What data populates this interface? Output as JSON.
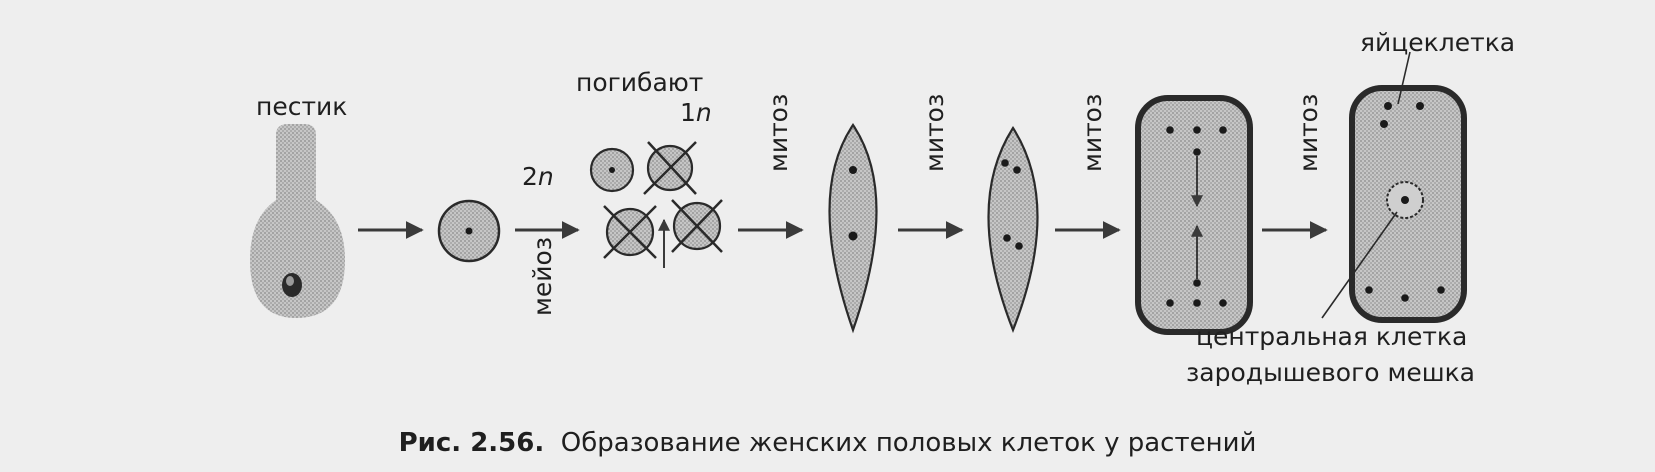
{
  "labels": {
    "pistil": "пестик",
    "ploidy_2n_num": "2",
    "ploidy_1n_num": "1",
    "ploidy_symbol": "n",
    "perish": "погибают",
    "meiosis": "мейоз",
    "mitosis_1": "митоз",
    "mitosis_2": "митоз",
    "mitosis_3": "митоз",
    "mitosis_4": "митоз",
    "egg_cell": "яйцеклетка",
    "central_cell_line1": "центральная клетка",
    "central_cell_line2": "зародышевого мешка"
  },
  "caption": {
    "number": "Рис. 2.56.",
    "text": "Образование женских половых клеток у растений"
  },
  "colors": {
    "cell_fill": "#bdbdbd",
    "cell_fill_light": "#cfcfcf",
    "stroke": "#2a2a2a",
    "nucleus": "#1a1a1a",
    "arrow": "#3a3a3a",
    "background": "#eeeeee"
  }
}
